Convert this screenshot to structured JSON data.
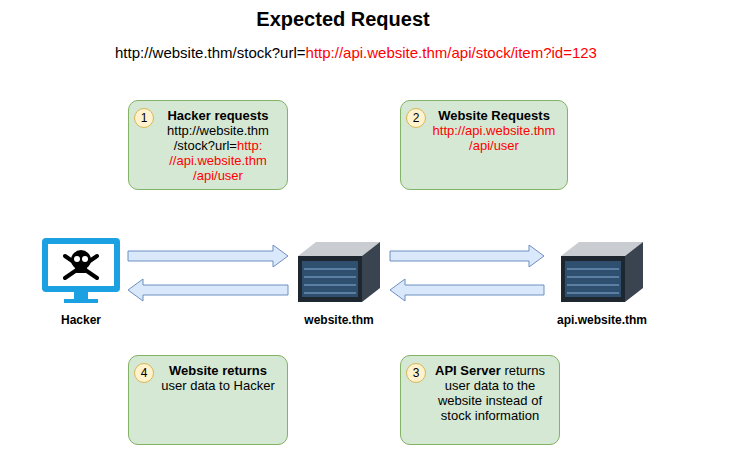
{
  "diagram": {
    "title": "Expected Request",
    "nodes": [
      {
        "text": [
          "Hacker requests",
          "http://website.thm /stock?url=",
          "http: //api.website.thm /api/user"
        ]
      },
      {
        "text": [
          "1"
        ],
        "in": 0
      },
      {
        "text": [
          "Website Requests",
          "http://api.website.thm /api/user"
        ]
      },
      {
        "text": [
          "2"
        ],
        "in": 2
      },
      {
        "text": [
          "Hacker"
        ]
      },
      {
        "text": [
          "website.thm"
        ]
      },
      {
        "text": [
          "api.website.thm"
        ]
      },
      {
        "text": [
          "Website returns",
          "user data to Hacker"
        ]
      },
      {
        "text": [
          "4"
        ],
        "in": 7
      },
      {
        "text": [
          "API Server",
          "returns user data to the website instead of stock information"
        ]
      },
      {
        "text": [
          "3"
        ],
        "in": 9
      }
    ],
    "edges": [
      {
        "from": 4,
        "to": 5,
        "arrow": "to"
      },
      {
        "from": 5,
        "to": 4,
        "arrow": "to"
      },
      {
        "from": 5,
        "to": 6,
        "arrow": "to"
      },
      {
        "from": 6,
        "to": 5,
        "arrow": "to"
      }
    ],
    "labels": [
      "http://website.thm/stock?url=",
      "http://api.website.thm/api/stock/item?id=123"
    ]
  }
}
